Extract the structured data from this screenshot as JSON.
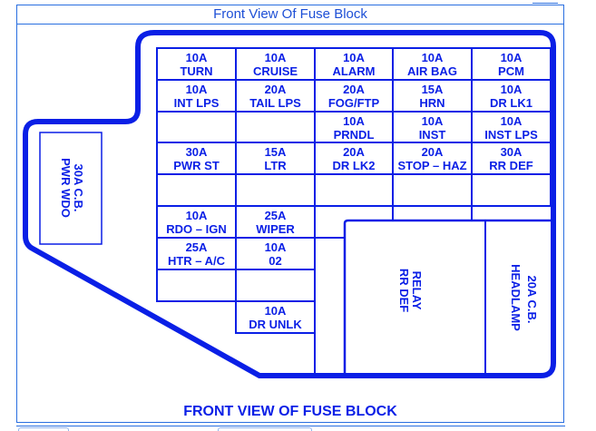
{
  "header": {
    "title": "Front View Of Fuse Block",
    "top_link": "......"
  },
  "caption": "FRONT VIEW OF FUSE BLOCK",
  "colors": {
    "diagram_blue": "#0a1fe6",
    "frame_blue": "#2a6fe0"
  },
  "fuse_grid": {
    "rows": [
      [
        {
          "amp": "10A",
          "name": "TURN"
        },
        {
          "amp": "10A",
          "name": "CRUISE"
        },
        {
          "amp": "10A",
          "name": "ALARM"
        },
        {
          "amp": "10A",
          "name": "AIR BAG"
        },
        {
          "amp": "10A",
          "name": "PCM"
        }
      ],
      [
        {
          "amp": "10A",
          "name": "INT LPS"
        },
        {
          "amp": "20A",
          "name": "TAIL LPS"
        },
        {
          "amp": "20A",
          "name": "FOG/FTP"
        },
        {
          "amp": "15A",
          "name": "HRN"
        },
        {
          "amp": "10A",
          "name": "DR LK1"
        }
      ],
      [
        {
          "amp": "",
          "name": ""
        },
        {
          "amp": "",
          "name": ""
        },
        {
          "amp": "10A",
          "name": "PRNDL"
        },
        {
          "amp": "10A",
          "name": "INST"
        },
        {
          "amp": "10A",
          "name": "INST LPS"
        }
      ],
      [
        {
          "amp": "30A",
          "name": "PWR ST"
        },
        {
          "amp": "15A",
          "name": "LTR"
        },
        {
          "amp": "20A",
          "name": "DR LK2"
        },
        {
          "amp": "20A",
          "name": "STOP – HAZ"
        },
        {
          "amp": "30A",
          "name": "RR DEF"
        }
      ],
      [
        {
          "amp": "",
          "name": ""
        },
        {
          "amp": "",
          "name": ""
        },
        {
          "amp": "",
          "name": ""
        },
        {
          "amp": "",
          "name": ""
        },
        {
          "amp": "",
          "name": ""
        }
      ],
      [
        {
          "amp": "10A",
          "name": "RDO – IGN"
        },
        {
          "amp": "25A",
          "name": "WIPER"
        }
      ],
      [
        {
          "amp": "25A",
          "name": "HTR – A/C"
        },
        {
          "amp": "10A",
          "name": "02"
        }
      ],
      [
        {
          "amp": "",
          "name": ""
        },
        {
          "amp": "",
          "name": ""
        }
      ],
      [
        null,
        {
          "amp": "10A",
          "name": "DR UNLK"
        }
      ]
    ]
  },
  "breakers": {
    "pwr_wdo": {
      "line1": "30A C.B.",
      "line2": "PWR WDO"
    },
    "relay": {
      "line1": "RELAY",
      "line2": "RR DEF"
    },
    "headlamp": {
      "line1": "20A C.B.",
      "line2": "HEADLAMP"
    }
  }
}
